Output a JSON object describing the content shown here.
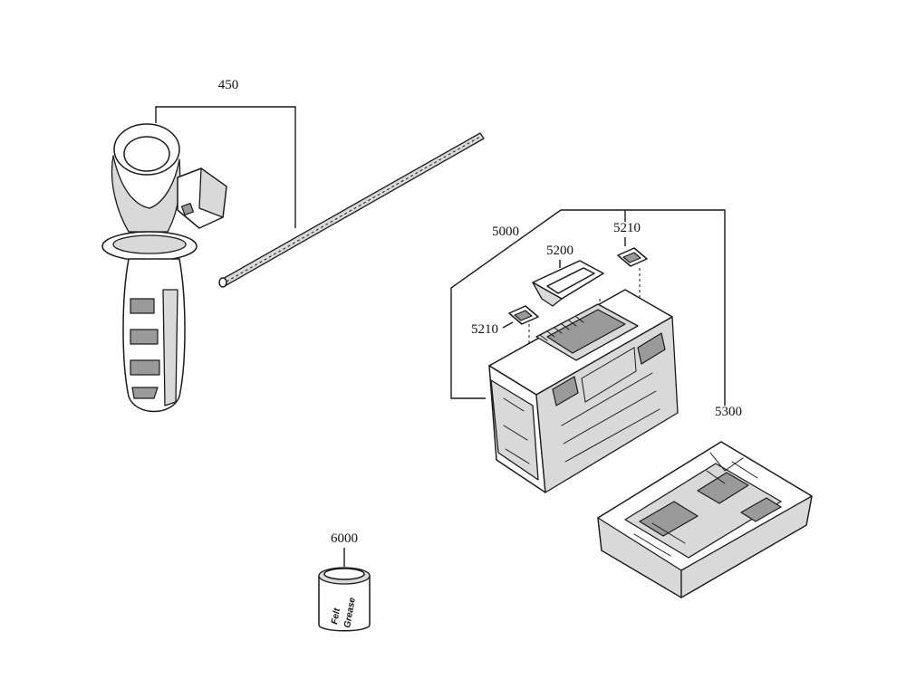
{
  "callouts": {
    "side_handle": "450",
    "case": "5000",
    "case_handle": "5200",
    "latch_right": "5210",
    "latch_left": "5210",
    "insert": "5300",
    "grease": "6000"
  },
  "grease_can": {
    "line1": "Felt",
    "line2": "Grease"
  }
}
